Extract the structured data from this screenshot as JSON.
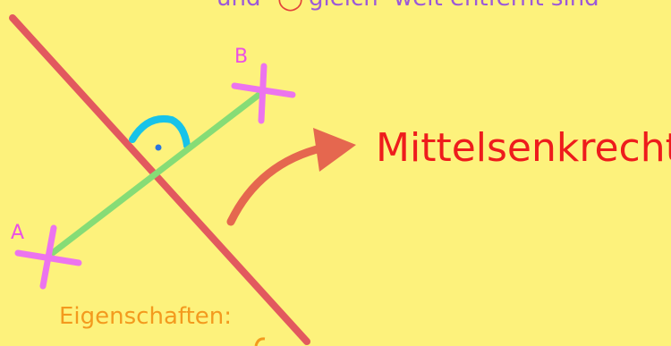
{
  "top_text": {
    "part1": "und",
    "part2": "gleich",
    "part3": "weit entfernt sind"
  },
  "labels": {
    "point_a": "A",
    "point_b": "B",
    "title": "Mittelsenkrechte",
    "properties": "Eigenschaften:"
  },
  "colors": {
    "background": "#fdf27c",
    "perpendicular_line": "#e2595e",
    "segment": "#86dc76",
    "cross": "#ec74ee",
    "angle_mark": "#17c3e9",
    "arrow": "#e5674f",
    "title": "#ee1c1c",
    "properties": "#f39a1e",
    "top_text": "#9c59d9",
    "top_text_accent": "#e3443a"
  }
}
